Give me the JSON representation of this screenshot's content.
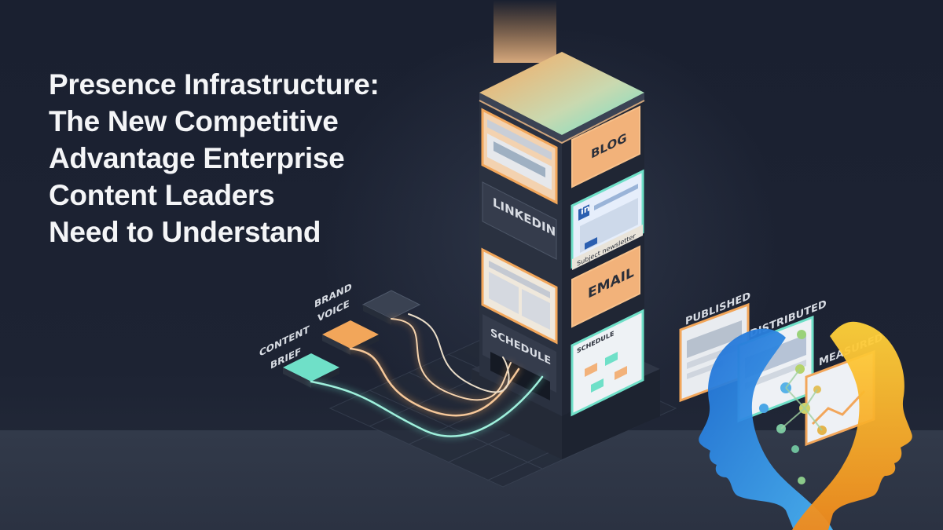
{
  "headline": {
    "lines": [
      "Presence Infrastructure:",
      "The New Competitive",
      "Advantage Enterprise",
      "Content Leaders",
      "Need to Understand"
    ]
  },
  "tower": {
    "labels": {
      "blog": "BLOG",
      "linkedin": "LINKEDIN",
      "email": "EMAIL",
      "schedule": "SCHEDULE",
      "schedule_card": "SCHEDULE",
      "email_subject": "Subject newsletter",
      "linkedin_logo": "in"
    }
  },
  "inputs": {
    "content_brief": [
      "CONTENT",
      "BRIEF"
    ],
    "brand_voice": [
      "BRAND",
      "VOICE"
    ]
  },
  "outputs": {
    "published": "PUBLISHED",
    "distributed": "DISTRIBUTED",
    "measured": "MEASURED"
  },
  "colors": {
    "background": "#1b2130",
    "accent_orange": "#f2a65a",
    "accent_teal": "#6fe0c8",
    "head_blue": "#2b8fe0",
    "head_orange": "#f5a623"
  }
}
